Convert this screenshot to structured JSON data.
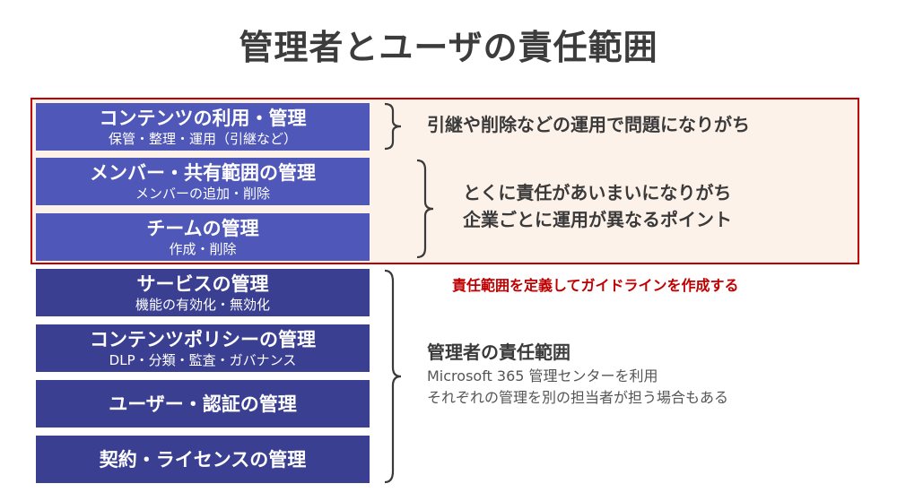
{
  "title": "管理者とユーザの責任範囲",
  "boxes": [
    {
      "title": "コンテンツの利用・管理",
      "sub": "保管・整理・運用（引継など）"
    },
    {
      "title": "メンバー・共有範囲の管理",
      "sub": "メンバーの追加・削除"
    },
    {
      "title": "チームの管理",
      "sub": "作成・削除"
    },
    {
      "title": "サービスの管理",
      "sub": "機能の有効化・無効化"
    },
    {
      "title": "コンテンツポリシーの管理",
      "sub": "DLP・分類・監査・ガバナンス"
    },
    {
      "title": "ユーザー・認証の管理",
      "sub": ""
    },
    {
      "title": "契約・ライセンスの管理",
      "sub": ""
    }
  ],
  "notes": {
    "note1": "引継や削除などの運用で問題になりがち",
    "note2_line1": "とくに責任があいまいになりがち",
    "note2_line2": "企業ごとに運用が異なるポイント",
    "guideline": "責任範囲を定義してガイドラインを作成する",
    "admin_heading": "管理者の責任範囲",
    "admin_sub1": "Microsoft 365 管理センターを利用",
    "admin_sub2": "それぞれの管理を別の担当者が担う場合もある"
  },
  "colors": {
    "user_box": "#4f57b8",
    "admin_box": "#3a3f91",
    "highlight_border": "#c00000",
    "highlight_bg": "#fdf2ea"
  }
}
